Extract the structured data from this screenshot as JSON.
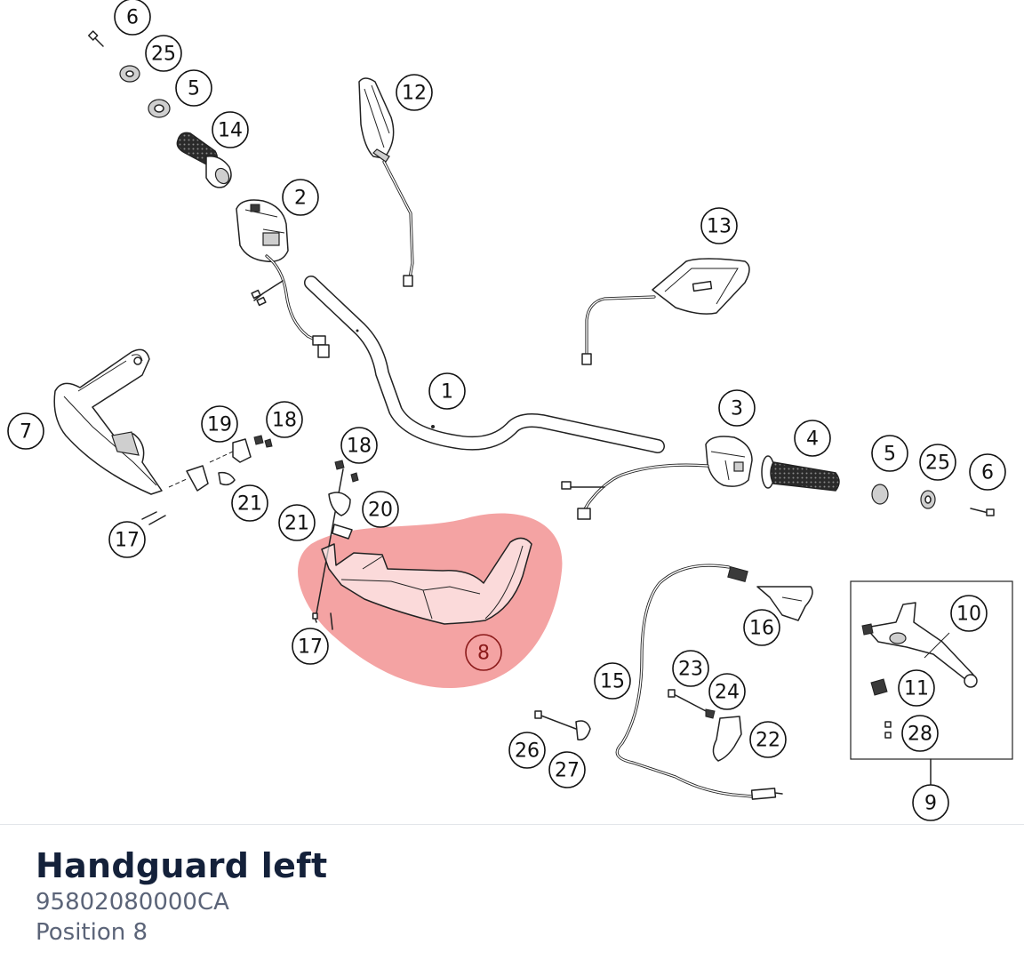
{
  "part": {
    "title": "Handguard left",
    "number": "95802080000CA",
    "position": "Position 8"
  },
  "highlight": {
    "color": "#f08080",
    "callout": "8"
  },
  "callouts": [
    "6",
    "25",
    "5",
    "14",
    "2",
    "12",
    "13",
    "1",
    "3",
    "4",
    "5",
    "25",
    "6",
    "7",
    "19",
    "18",
    "18",
    "20",
    "21",
    "21",
    "17",
    "17",
    "8",
    "16",
    "10",
    "11",
    "28",
    "9",
    "15",
    "23",
    "24",
    "22",
    "26",
    "27"
  ],
  "colors": {
    "title": "#14213a",
    "subtitle": "#5b6478",
    "highlight_text": "#8b1a1a"
  }
}
